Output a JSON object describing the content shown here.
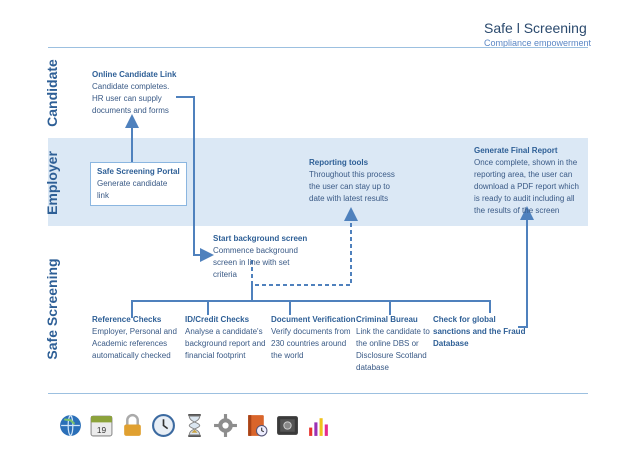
{
  "header": {
    "title": "Safe l Screening",
    "subtitle": "Compliance empowerment"
  },
  "lanes": {
    "candidate": "Candidate",
    "employer": "Employer",
    "safe_screening": "Safe Screening"
  },
  "nodes": {
    "online_link": {
      "title": "Online Candidate Link",
      "desc": "Candidate completes.\nHR user can supply\ndocuments and forms"
    },
    "portal": {
      "title": "Safe Screening Portal",
      "desc": "Generate candidate\nlink"
    },
    "reporting": {
      "title": "Reporting tools",
      "desc": "Throughout this process\nthe user can stay up to\ndate with latest results"
    },
    "final_report": {
      "title": "Generate Final Report",
      "desc": "Once complete, shown in the\nreporting area, the user can\ndownload a PDF report which\nis ready to audit including all\nthe results of the screen"
    },
    "start": {
      "title": "Start background screen",
      "desc": "Commence background\nscreen in line with set\ncriteria"
    },
    "reference": {
      "title": "Reference Checks",
      "desc": "Employer, Personal and\nAcademic references\nautomatically checked"
    },
    "id_credit": {
      "title": "ID/Credit Checks",
      "desc": "Analyse a candidate's\nbackground report and\nfinancial footprint"
    },
    "document": {
      "title": "Document Verification",
      "desc": "Verify documents from\n230 countries around\nthe world"
    },
    "criminal": {
      "title": "Criminal Bureau",
      "desc": "Link the candidate to\nthe online DBS or\nDisclosure Scotland\ndatabase"
    },
    "global": {
      "title": "Check for global\nsanctions and the Fraud\nDatabase"
    }
  },
  "colors": {
    "accent": "#2e5f96",
    "band": "#dbe8f5",
    "connector": "#4f81bd",
    "text": "#3a5a86"
  },
  "toolbar_icons": [
    "globe-icon",
    "calendar-icon",
    "lock-icon",
    "clock-icon",
    "hourglass-icon",
    "gear-icon",
    "address-book-icon",
    "safe-icon",
    "bar-chart-icon"
  ],
  "calendar_day": "19"
}
